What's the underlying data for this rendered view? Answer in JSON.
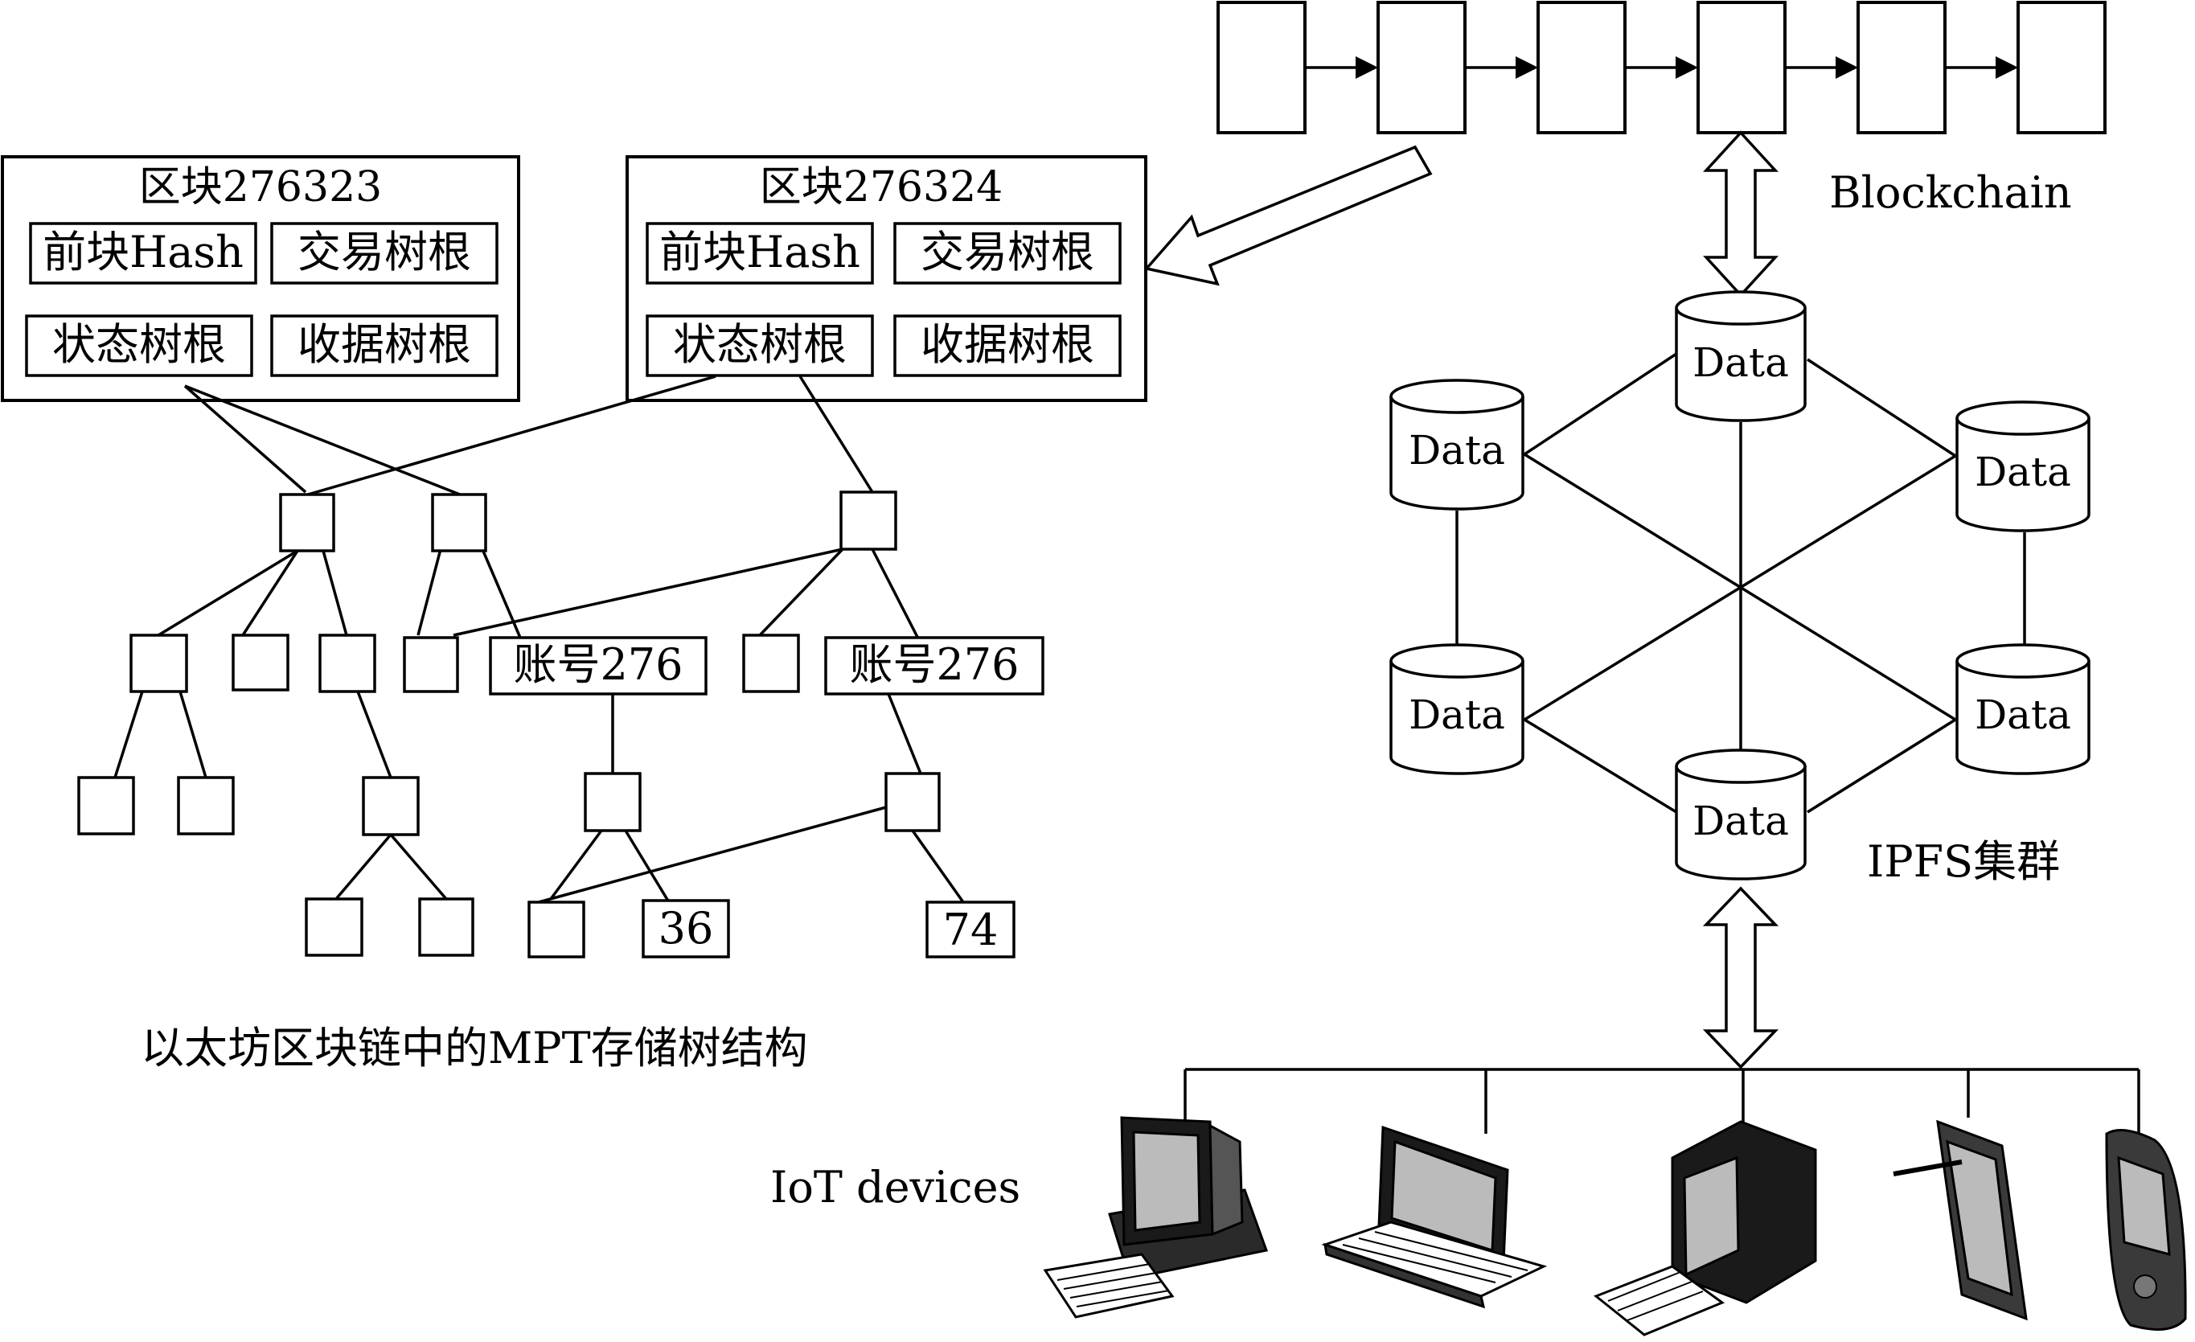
{
  "blockchain": {
    "label": "Blockchain",
    "block_count": 6
  },
  "mpt": {
    "caption": "以太坊区块链中的MPT存储树结构",
    "blocks": [
      {
        "title": "区块276323",
        "fields": [
          "前块Hash",
          "交易树根",
          "状态树根",
          "收据树根"
        ]
      },
      {
        "title": "区块276324",
        "fields": [
          "前块Hash",
          "交易树根",
          "状态树根",
          "收据树根"
        ]
      }
    ],
    "account_labels": [
      "账号276",
      "账号276"
    ],
    "leaf_values": [
      "36",
      "74"
    ]
  },
  "ipfs": {
    "label": "IPFS集群",
    "node_label": "Data",
    "node_count": 6
  },
  "iot": {
    "label": "IoT devices",
    "devices": [
      "desktop-computer-icon",
      "laptop-icon",
      "monitor-keyboard-icon",
      "tablet-stylus-icon",
      "pda-icon"
    ]
  }
}
